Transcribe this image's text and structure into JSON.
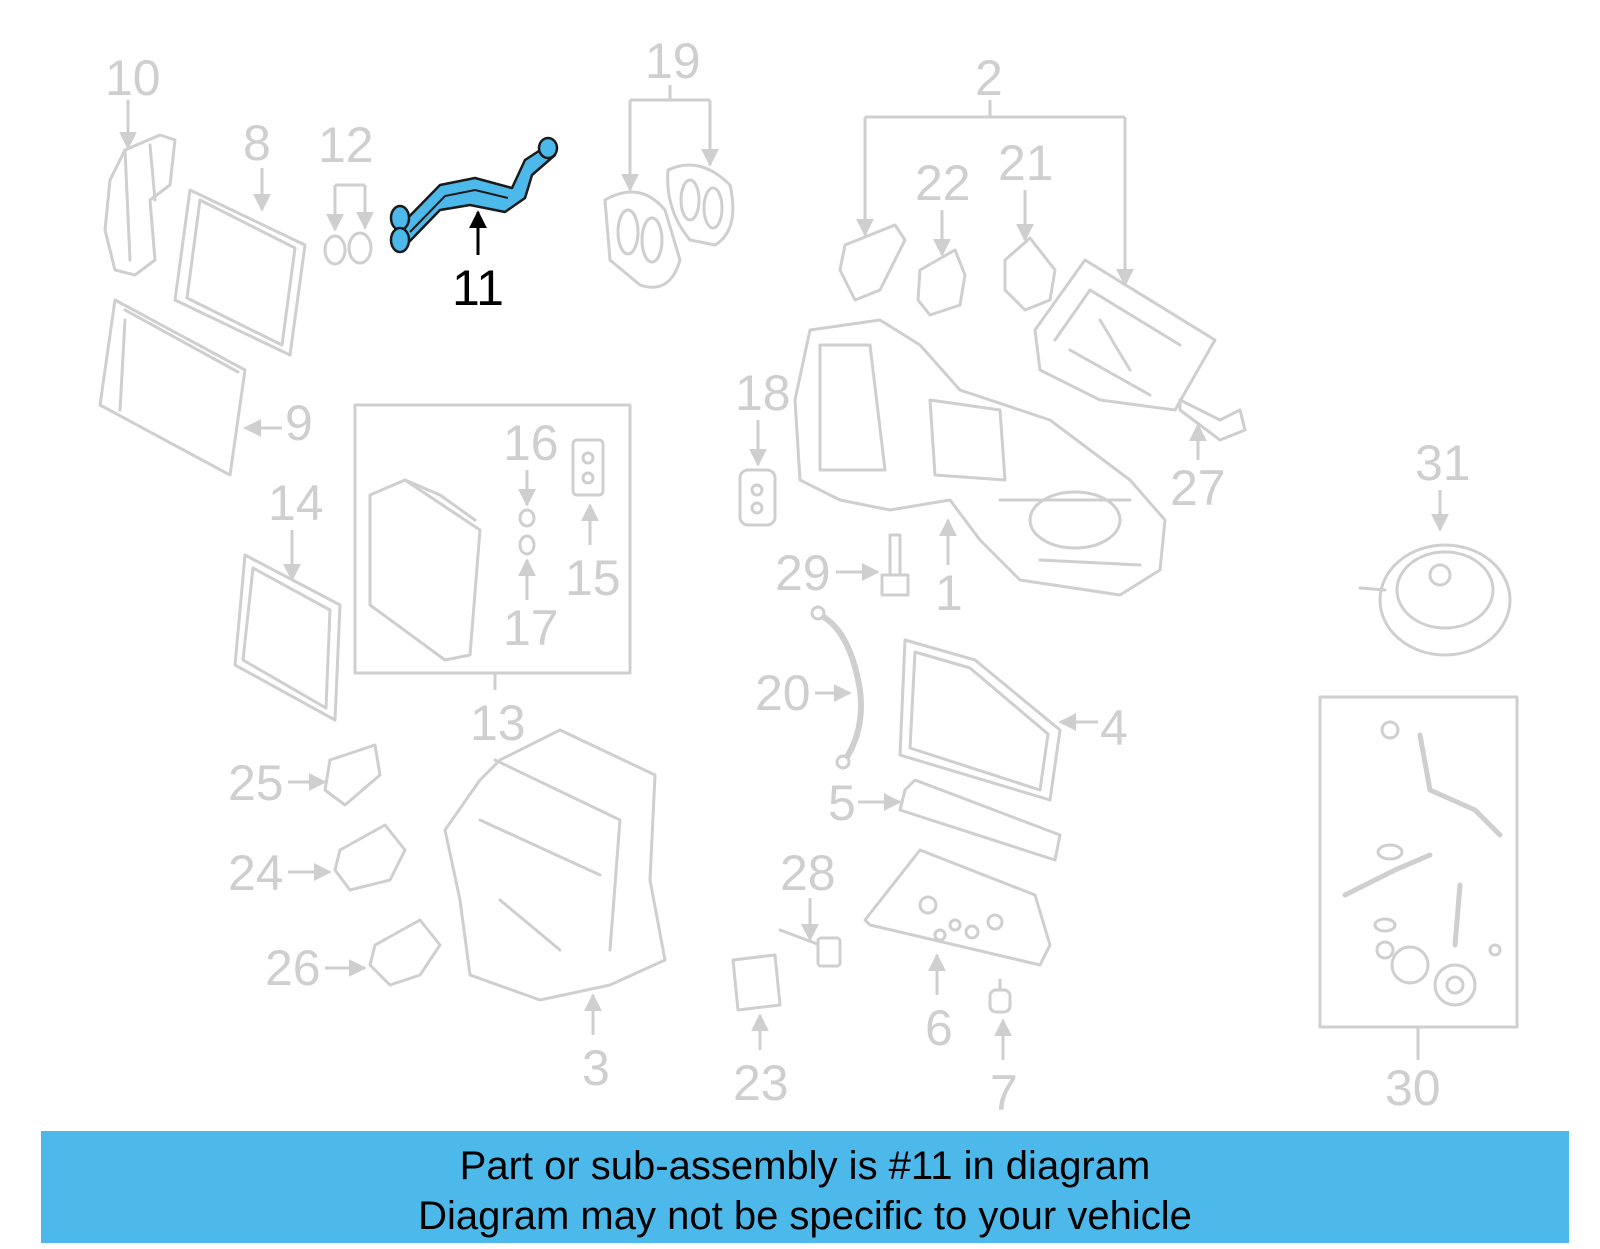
{
  "highlight_color": "#4db8ea",
  "part_color": "#cfcfcf",
  "callouts": {
    "c1": "1",
    "c2": "2",
    "c3": "3",
    "c4": "4",
    "c5": "5",
    "c6": "6",
    "c7": "7",
    "c8": "8",
    "c9": "9",
    "c10": "10",
    "c11": "11",
    "c12": "12",
    "c13": "13",
    "c14": "14",
    "c15": "15",
    "c16": "16",
    "c17": "17",
    "c18": "18",
    "c19": "19",
    "c20": "20",
    "c21": "21",
    "c22": "22",
    "c23": "23",
    "c24": "24",
    "c25": "25",
    "c26": "26",
    "c27": "27",
    "c28": "28",
    "c29": "29",
    "c30": "30",
    "c31": "31"
  },
  "caption": {
    "line1": "Part or sub-assembly is #11 in diagram",
    "line2": "Diagram may not be specific to your vehicle"
  }
}
